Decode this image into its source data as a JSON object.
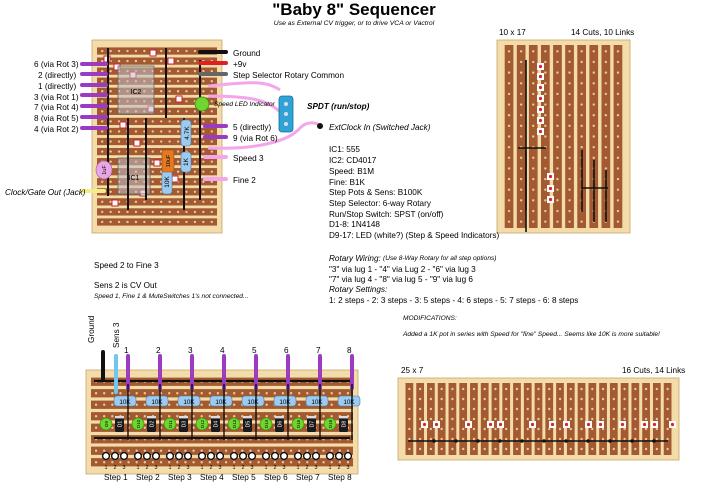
{
  "title": "\"Baby 8\" Sequencer",
  "subtitle": "Use as External CV trigger, or to drive VCA or Vactrol",
  "main_board": {
    "left_labels": [
      "6 (via Rot 3)",
      "2 (directly)",
      "1 (directly)",
      "3 (via Rot 1)",
      "7 (via Rot 4)",
      "8 (via Rot 5)",
      "4 (via Rot 2)"
    ],
    "clock_out": "Clock/Gate Out (Jack)",
    "right_labels": {
      "ground": "Ground",
      "v9": "+9v",
      "step_selector": "Step Selector Rotary Common",
      "led_indicator": "Speed LED Indicator",
      "spdt": "SPDT (run/stop)",
      "extclock": "ExtClock In (Switched Jack)",
      "five": "5 (directly)",
      "nine": "9 (via Rot 6)",
      "speed3": "Speed 3",
      "fine2": "Fine 2"
    },
    "component_text": {
      "ic1": "IC1",
      "ic2": "IC2",
      "r47k": "4.7K",
      "r1k": "1K",
      "c10u": "10uF",
      "c1u": "1uF",
      "r10k": "10K"
    }
  },
  "bom": [
    "IC1: 555",
    "IC2: CD4017",
    "Speed: B1M",
    "Fine: B1K",
    "Step Pots & Sens: B100K",
    "Step Selector: 6-way Rotary",
    "Run/Stop Switch: SPST (on/off)",
    "D1-8: 1N4148",
    "D9-17: LED (white?) (Step & Speed Indicators)"
  ],
  "rotary": {
    "title": "Rotary Wiring:",
    "note": "(Use 8-Way Rotary for all step options)",
    "line1": "\"3\" via lug 1 - \"4\" via Lug 2 - \"6\" via lug 3",
    "line2": "\"7\" via lug 4 - \"8\" via lug 5 - \"9\" via lug 6",
    "settings_title": "Rotary Settings:",
    "settings": "1: 2 steps - 2: 3 steps - 3: 5 steps - 4: 6 steps - 5: 7 steps - 6: 8 steps"
  },
  "notes": {
    "speed_fine": "Speed 2 to Fine 3",
    "sens_cv": "Sens 2 is CV Out",
    "speed_mute": "Speed 1, Fine 1 & MuteSwitches 1's not connected...",
    "modifications_title": "MODIFICATIONS:",
    "modifications": "Added a 1K pot in series with Speed for \"fine\" Speed... Seems like 10K is more suitable!"
  },
  "top_right_board": {
    "size": "10 x 17",
    "cuts": "14 Cuts, 10 Links"
  },
  "bottom_right_board": {
    "size": "25 x 7",
    "cuts": "16 Cuts, 14 Links"
  },
  "bottom_board": {
    "ground": "Ground",
    "sens3": "Sens 3",
    "top_numbers": [
      "1",
      "2",
      "3",
      "4",
      "5",
      "6",
      "7",
      "8"
    ],
    "resistor": "10K",
    "diodes": [
      "D1",
      "D2",
      "D3",
      "D4",
      "D5",
      "D6",
      "D7",
      "D8"
    ],
    "leds": [
      "D9",
      "D10",
      "D11",
      "D12",
      "D13",
      "D14",
      "D15",
      "D16"
    ],
    "lug_numbers": [
      "1",
      "2",
      "3"
    ],
    "steps": [
      "Step 1",
      "Step 2",
      "Step 3",
      "Step 4",
      "Step 5",
      "Step 6",
      "Step 7",
      "Step 8"
    ]
  },
  "colors": {
    "board": "#f3dcaa",
    "strip": "#a35a30",
    "hole": "#e8c7a0",
    "wire_purple": "#9b3bc2",
    "wire_pink": "#f4a6ec",
    "wire_yellow": "#f5ee88",
    "led_green": "#6fd630",
    "resistor": "#9ccaf0",
    "cut": "#e0202e"
  }
}
